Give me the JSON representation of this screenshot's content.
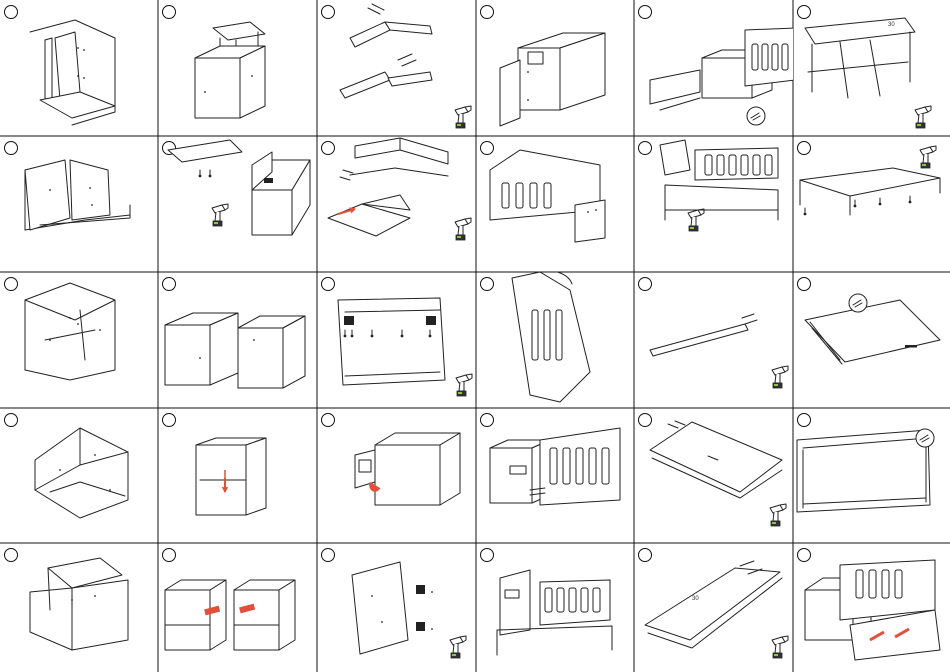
{
  "sheet": {
    "columns": 6,
    "rows": 5,
    "accent_color": "#e0503a",
    "line_color": "#111111"
  },
  "cells": [
    {
      "row": 1,
      "col": 1,
      "kind": "panels-open"
    },
    {
      "row": 1,
      "col": 2,
      "kind": "box-with-top"
    },
    {
      "row": 1,
      "col": 3,
      "kind": "panels-frame",
      "drill": true
    },
    {
      "row": 1,
      "col": 4,
      "kind": "cabinet-door-open"
    },
    {
      "row": 1,
      "col": 5,
      "kind": "crib-assembled",
      "detail": true
    },
    {
      "row": 1,
      "col": 6,
      "kind": "frame-legs",
      "drill": true,
      "label_text": "30"
    },
    {
      "row": 2,
      "col": 1,
      "kind": "open-box-shelf"
    },
    {
      "row": 2,
      "col": 2,
      "kind": "box-top-hinges",
      "drill": true
    },
    {
      "row": 2,
      "col": 3,
      "kind": "drawer-assembly",
      "drill": true
    },
    {
      "row": 2,
      "col": 4,
      "kind": "crib-side-panel"
    },
    {
      "row": 2,
      "col": 5,
      "kind": "crib-frame",
      "drill": true
    },
    {
      "row": 2,
      "col": 6,
      "kind": "base-frame",
      "drill": true
    },
    {
      "row": 3,
      "col": 1,
      "kind": "box-shelves"
    },
    {
      "row": 3,
      "col": 2,
      "kind": "two-boxes"
    },
    {
      "row": 3,
      "col": 3,
      "kind": "frame-brackets",
      "drill": true
    },
    {
      "row": 3,
      "col": 4,
      "kind": "crib-tilted"
    },
    {
      "row": 3,
      "col": 5,
      "kind": "rail-plank",
      "drill": true
    },
    {
      "row": 3,
      "col": 6,
      "kind": "drawer-tray",
      "detail": true
    },
    {
      "row": 4,
      "col": 1,
      "kind": "box-angled"
    },
    {
      "row": 4,
      "col": 2,
      "kind": "cabinet-shelf-red"
    },
    {
      "row": 4,
      "col": 3,
      "kind": "drawer-insert-red"
    },
    {
      "row": 4,
      "col": 4,
      "kind": "crib-with-cabinet"
    },
    {
      "row": 4,
      "col": 5,
      "kind": "long-tray",
      "drill": true
    },
    {
      "row": 4,
      "col": 6,
      "kind": "wide-tray",
      "detail": true
    },
    {
      "row": 5,
      "col": 1,
      "kind": "box-lid"
    },
    {
      "row": 5,
      "col": 2,
      "kind": "two-cabinets-red"
    },
    {
      "row": 5,
      "col": 3,
      "kind": "door-hinges",
      "drill": true
    },
    {
      "row": 5,
      "col": 4,
      "kind": "crib-front"
    },
    {
      "row": 5,
      "col": 5,
      "kind": "long-drawer",
      "drill": true,
      "label_text": "30"
    },
    {
      "row": 5,
      "col": 6,
      "kind": "crib-drawer-red"
    }
  ]
}
